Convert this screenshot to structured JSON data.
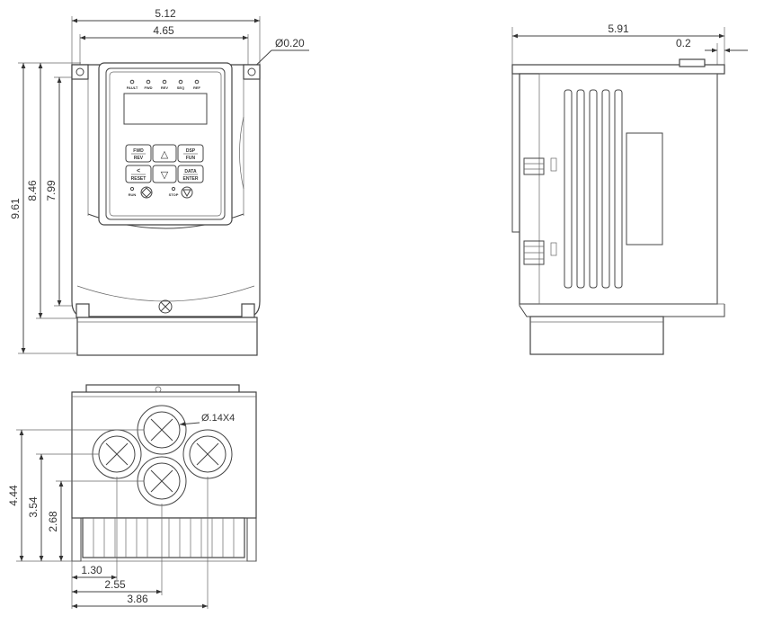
{
  "front_view": {
    "dims": {
      "outer_width": "5.12",
      "inner_width": "4.65",
      "hole_dia": "Ø0.20",
      "total_height": "9.61",
      "height_2": "8.46",
      "height_3": "7.99"
    },
    "leds": [
      "FAULT",
      "FWD",
      "REV",
      "SEQ",
      "REF"
    ],
    "keys": {
      "fwd_rev": [
        "FWD",
        "REV"
      ],
      "up": "△",
      "dsp_fun": [
        "DSP",
        "FUN"
      ],
      "reset": [
        "<",
        "RESET"
      ],
      "down": "▽",
      "data_enter": [
        "DATA",
        "ENTER"
      ],
      "run": "RUN",
      "stop": "STOP"
    }
  },
  "side_view": {
    "dims": {
      "depth": "5.91",
      "offset": "0.2"
    }
  },
  "bottom_view": {
    "dims": {
      "hole_spec": "Ø.14X4",
      "h1": "4.44",
      "h2": "3.54",
      "h3": "2.68",
      "w1": "1.30",
      "w2": "2.55",
      "w3": "3.86"
    }
  }
}
